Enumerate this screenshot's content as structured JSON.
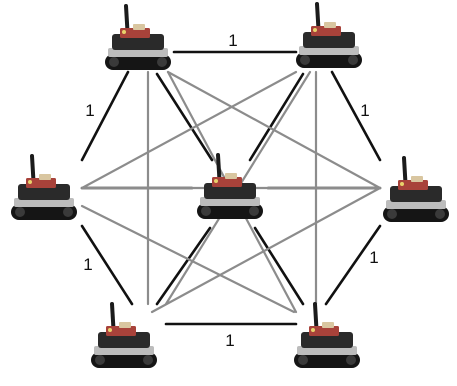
{
  "colors": {
    "edge_dark": "#111111",
    "edge_gray": "#8c8c8c",
    "robot_body": "#2a2a2a",
    "robot_track": "#151515",
    "robot_plate": "#bcbcbc",
    "robot_board": "#a8423a",
    "robot_antenna": "#1b1b1b"
  },
  "nodes": [
    {
      "id": "top-left"
    },
    {
      "id": "top-right"
    },
    {
      "id": "left"
    },
    {
      "id": "center"
    },
    {
      "id": "right"
    },
    {
      "id": "bottom-left"
    },
    {
      "id": "bottom-right"
    }
  ],
  "edges": [
    {
      "from": "top-left",
      "to": "top-right",
      "style": "dark",
      "label": "1"
    },
    {
      "from": "top-left",
      "to": "left",
      "style": "dark",
      "label": "1"
    },
    {
      "from": "top-right",
      "to": "right",
      "style": "dark",
      "label": "1"
    },
    {
      "from": "left",
      "to": "bottom-left",
      "style": "dark",
      "label": "1"
    },
    {
      "from": "right",
      "to": "bottom-right",
      "style": "dark",
      "label": "1"
    },
    {
      "from": "bottom-left",
      "to": "bottom-right",
      "style": "dark",
      "label": "1"
    },
    {
      "from": "top-left",
      "to": "center",
      "style": "dark"
    },
    {
      "from": "top-right",
      "to": "center",
      "style": "dark"
    },
    {
      "from": "left",
      "to": "center",
      "style": "dark"
    },
    {
      "from": "right",
      "to": "center",
      "style": "dark"
    },
    {
      "from": "bottom-left",
      "to": "center",
      "style": "dark"
    },
    {
      "from": "bottom-right",
      "to": "center",
      "style": "dark"
    },
    {
      "from": "top-left",
      "to": "right",
      "style": "gray"
    },
    {
      "from": "top-left",
      "to": "bottom-left",
      "style": "gray"
    },
    {
      "from": "top-left",
      "to": "bottom-right",
      "style": "gray"
    },
    {
      "from": "top-right",
      "to": "left",
      "style": "gray"
    },
    {
      "from": "top-right",
      "to": "bottom-left",
      "style": "gray"
    },
    {
      "from": "top-right",
      "to": "bottom-right",
      "style": "gray"
    },
    {
      "from": "left",
      "to": "right",
      "style": "gray"
    },
    {
      "from": "left",
      "to": "bottom-right",
      "style": "gray"
    },
    {
      "from": "right",
      "to": "bottom-left",
      "style": "gray"
    }
  ]
}
